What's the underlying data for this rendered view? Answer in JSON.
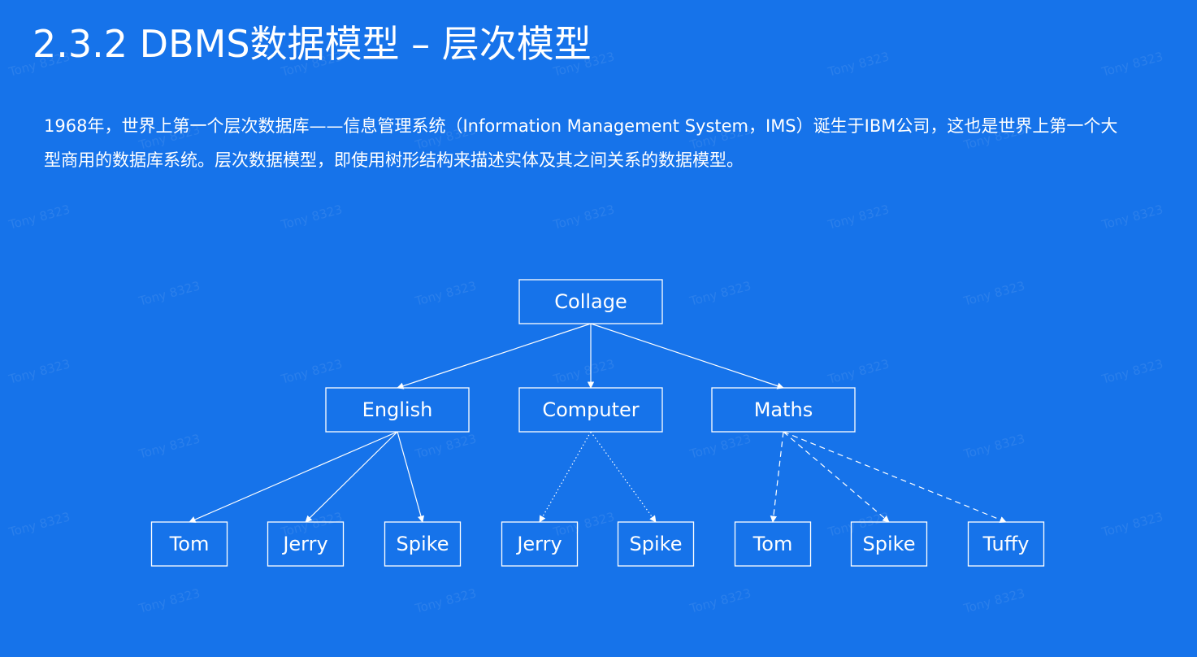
{
  "slide": {
    "title": "2.3.2 DBMS数据模型 – 层次模型",
    "intro": "1968年，世界上第一个层次数据库——信息管理系统（Information Management System，IMS）诞生于IBM公司，这也是世界上第一个大型商用的数据库系统。层次数据模型，即使用树形结构来描述实体及其之间关系的数据模型。"
  },
  "watermark": "Tony 8323",
  "diagram": {
    "root": {
      "label": "Collage"
    },
    "branches": [
      {
        "label": "English",
        "edge_style": "solid",
        "children": [
          "Tom",
          "Jerry",
          "Spike"
        ]
      },
      {
        "label": "Computer",
        "edge_style": "dotted",
        "children": [
          "Jerry",
          "Spike"
        ]
      },
      {
        "label": "Maths",
        "edge_style": "dashed",
        "children": [
          "Tom",
          "Spike",
          "Tuffy"
        ]
      }
    ]
  }
}
